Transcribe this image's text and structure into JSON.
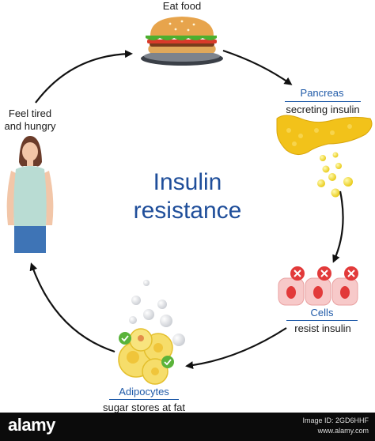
{
  "title_line1": "Insulin",
  "title_line2": "resistance",
  "steps": {
    "eat_food": "Eat food",
    "pancreas_title": "Pancreas",
    "pancreas_sub": "secreting insulin",
    "cells_title": "Cells",
    "cells_sub": "resist insulin",
    "adipocytes_title": "Adipocytes",
    "adipocytes_sub": "sugar stores at fat",
    "tired_line1": "Feel tired",
    "tired_line2": "and hungry"
  },
  "footer": {
    "brand": "alamy",
    "image_id_line": "Image ID: 2GD6HHF",
    "site": "www.alamy.com"
  },
  "colors": {
    "title": "#1f4e9a",
    "label_blue": "#1f5aa8",
    "arrow": "#111111",
    "pancreas": "#f2c21a",
    "insulin_drop": "#f5e21a",
    "cell_fill": "#f7c9c9",
    "cell_nucleus": "#e23a3a",
    "x_badge": "#e23a3a",
    "check_badge": "#5ab33a",
    "fat_cell": "#f6dd6a",
    "shirt": "#b9dcd3",
    "jeans": "#3e74b6"
  },
  "icons": [
    "burger-icon",
    "pancreas-icon",
    "insulin-drops-icon",
    "cells-icon",
    "fat-cells-icon",
    "woman-figure-icon"
  ]
}
